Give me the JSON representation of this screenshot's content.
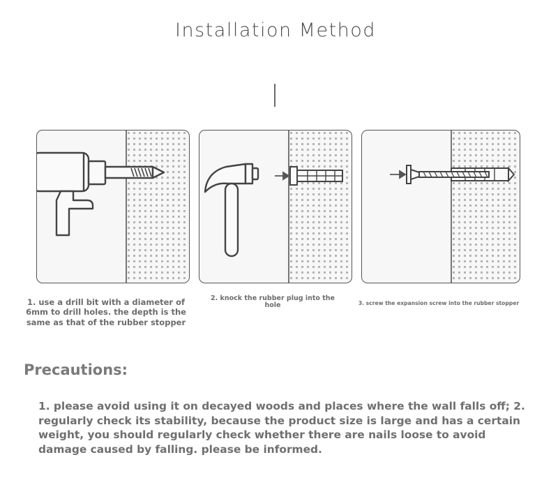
{
  "title": "Installation Method",
  "steps": [
    {
      "caption": "1. use a drill bit with a diameter of 6mm to drill holes. the depth is the same as that of the rubber stopper",
      "icon": "drill-icon"
    },
    {
      "caption": "2. knock the rubber plug into the hole",
      "icon": "hammer-icon"
    },
    {
      "caption": "3. screw the expansion screw into the rubber stopper",
      "icon": "screw-icon"
    }
  ],
  "precautions": {
    "title": "Precautions:",
    "body": "1. please avoid using it on decayed woods and places where the wall falls off; 2. regularly check its stability, because the product size is large and has a certain weight, you should regularly check whether there are nails loose to avoid damage caused by falling. please be informed."
  },
  "colors": {
    "line": "#555555",
    "panel_bg": "#f7f7f7",
    "text": "#6c6c6c",
    "wall_dot": "#b0b0b0"
  }
}
